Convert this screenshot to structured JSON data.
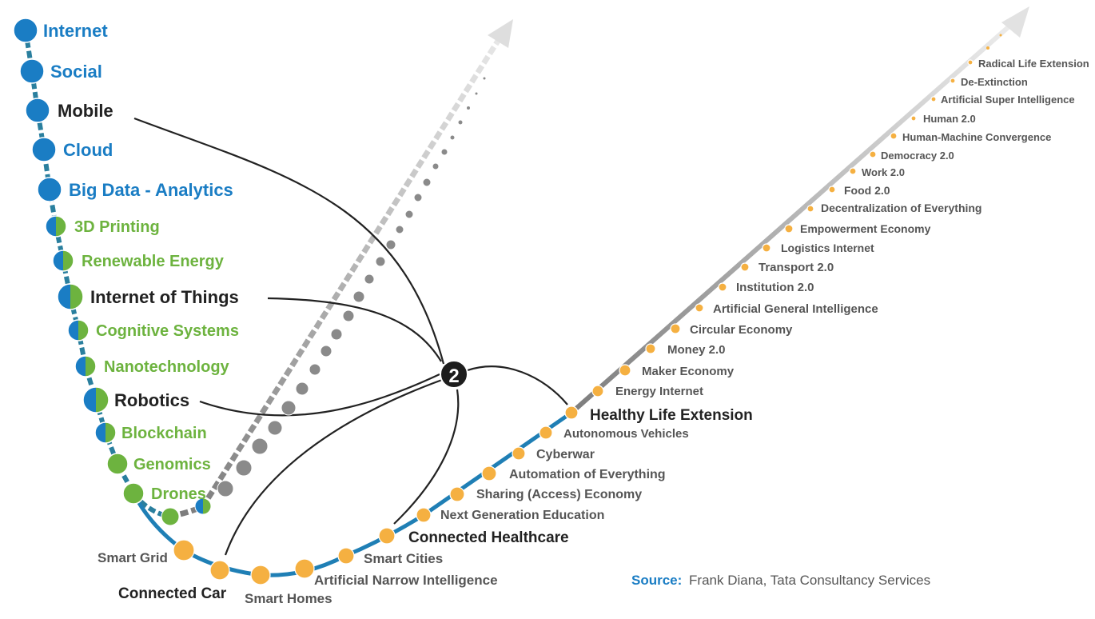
{
  "colors": {
    "blue": "#1a7dc4",
    "green": "#6db33f",
    "orange": "#f5b041",
    "grey_track": "#8c8c8c",
    "dark": "#222222",
    "label_grey": "#555555"
  },
  "left_curve": {
    "items": [
      {
        "label": "Internet",
        "style": "blue"
      },
      {
        "label": "Social",
        "style": "blue"
      },
      {
        "label": "Mobile",
        "style": "dark"
      },
      {
        "label": "Cloud",
        "style": "blue"
      },
      {
        "label": "Big Data - Analytics",
        "style": "blue"
      },
      {
        "label": "3D Printing",
        "style": "green"
      },
      {
        "label": "Renewable Energy",
        "style": "green"
      },
      {
        "label": "Internet of Things",
        "style": "dark"
      },
      {
        "label": "Cognitive Systems",
        "style": "green"
      },
      {
        "label": "Nanotechnology",
        "style": "green"
      },
      {
        "label": "Robotics",
        "style": "dark"
      },
      {
        "label": "Blockchain",
        "style": "green"
      },
      {
        "label": "Genomics",
        "style": "green"
      },
      {
        "label": "Drones",
        "style": "green"
      }
    ]
  },
  "bottom_curve": {
    "items": [
      {
        "label": "Smart Grid",
        "style": "grey"
      },
      {
        "label": "Connected Car",
        "style": "dark"
      },
      {
        "label": "Smart Homes",
        "style": "grey"
      },
      {
        "label": "Artificial Narrow Intelligence",
        "style": "grey"
      },
      {
        "label": "Smart Cities",
        "style": "grey"
      },
      {
        "label": "Connected Healthcare",
        "style": "dark"
      },
      {
        "label": "Next Generation Education",
        "style": "grey"
      },
      {
        "label": "Sharing (Access) Economy",
        "style": "grey"
      },
      {
        "label": "Automation of Everything",
        "style": "grey"
      },
      {
        "label": "Cyberwar",
        "style": "grey"
      },
      {
        "label": "Autonomous Vehicles",
        "style": "grey"
      },
      {
        "label": "Healthy Life Extension",
        "style": "dark"
      },
      {
        "label": "Energy Internet",
        "style": "grey"
      },
      {
        "label": "Maker Economy",
        "style": "grey"
      },
      {
        "label": "Money 2.0",
        "style": "grey"
      },
      {
        "label": "Circular Economy",
        "style": "grey"
      },
      {
        "label": "Artificial General Intelligence",
        "style": "grey"
      },
      {
        "label": "Institution 2.0",
        "style": "grey"
      },
      {
        "label": "Transport 2.0",
        "style": "grey"
      },
      {
        "label": "Logistics Internet",
        "style": "grey"
      },
      {
        "label": "Empowerment Economy",
        "style": "grey"
      },
      {
        "label": "Decentralization of Everything",
        "style": "grey"
      },
      {
        "label": "Food 2.0",
        "style": "grey"
      },
      {
        "label": "Work 2.0",
        "style": "grey"
      },
      {
        "label": "Democracy 2.0",
        "style": "grey"
      },
      {
        "label": "Human-Machine Convergence",
        "style": "grey"
      },
      {
        "label": "Human 2.0",
        "style": "grey"
      },
      {
        "label": "Artificial Super Intelligence",
        "style": "grey"
      },
      {
        "label": "De-Extinction",
        "style": "grey"
      },
      {
        "label": "Radical Life Extension",
        "style": "grey"
      }
    ]
  },
  "hub": {
    "label": "2",
    "connected_items": [
      "Mobile",
      "Internet of Things",
      "Robotics",
      "Connected Car",
      "Connected Healthcare",
      "Healthy Life Extension"
    ]
  },
  "source": {
    "prefix": "Source:",
    "text": "Frank Diana, Tata Consultancy Services"
  }
}
